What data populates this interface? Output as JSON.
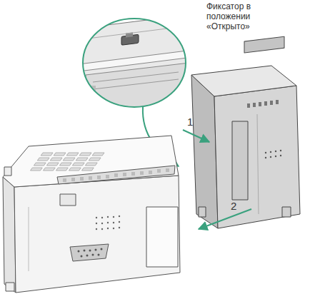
{
  "diagram": {
    "labels": [
      "Фиксатор в положении «Открыто»",
      "1",
      "2"
    ]
  }
}
